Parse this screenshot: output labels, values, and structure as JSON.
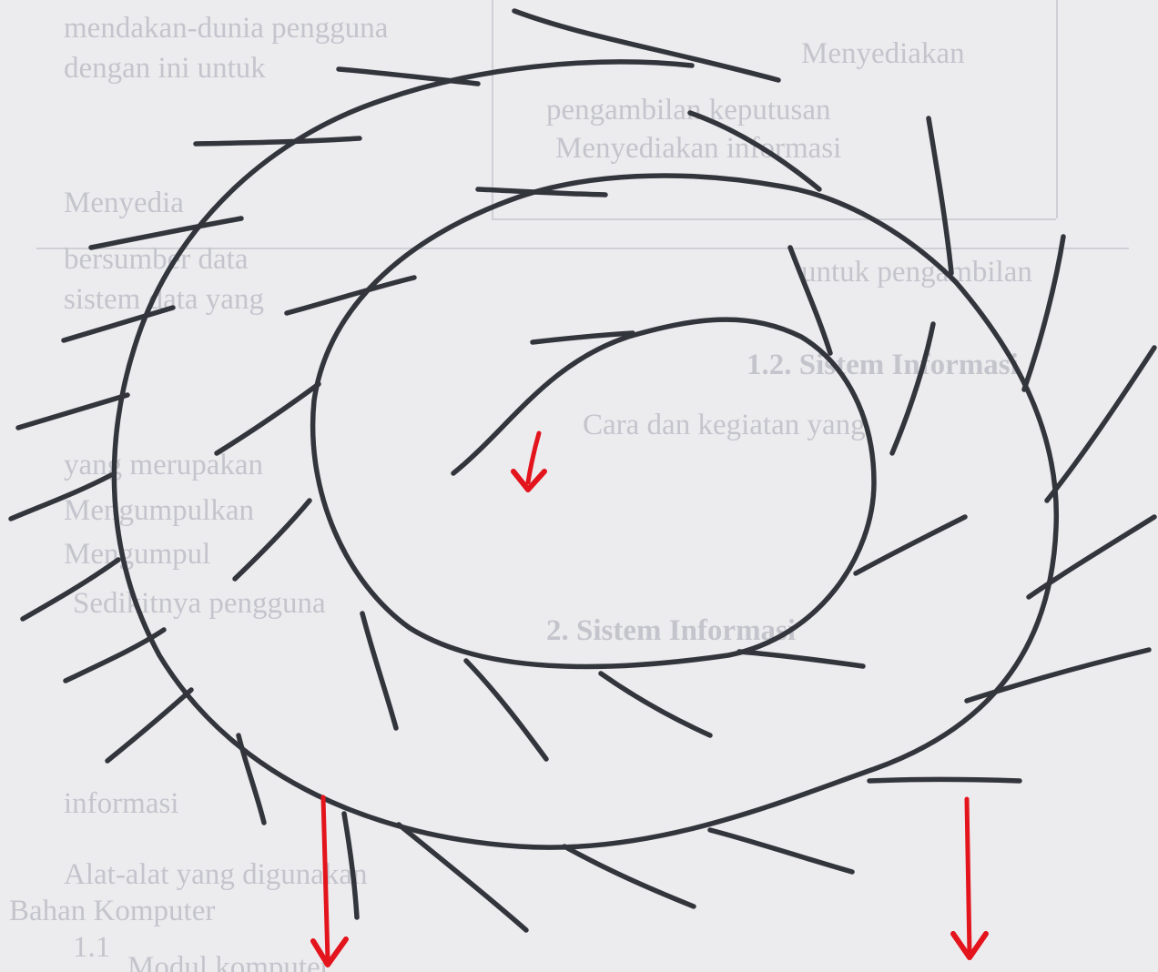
{
  "figure": {
    "description_label": "",
    "colors": {
      "ink": "#33353c",
      "arrow": "#e3141c",
      "paper": "#ececef",
      "bleed_text": "#c4c4cc"
    }
  },
  "bleed_through": [
    "mendakan-dunia pengguna",
    "dengan ini untuk",
    "pengambilan keputusan",
    "Menyediakan",
    "Menyedia",
    "Menyediakan informasi",
    "bersumber data",
    "sistem data yang",
    "untuk pengambilan",
    "1.2. Sistem Informasi",
    "Cara dan kegiatan yang",
    "yang merupakan",
    "Mengumpulkan",
    "Mengumpul",
    "Sedikitnya pengguna",
    "2. Sistem Informasi",
    "informasi",
    "Alat-alat yang digunakan",
    "Bahan Komputer",
    "1.1",
    "Modul komputer"
  ],
  "labels": []
}
